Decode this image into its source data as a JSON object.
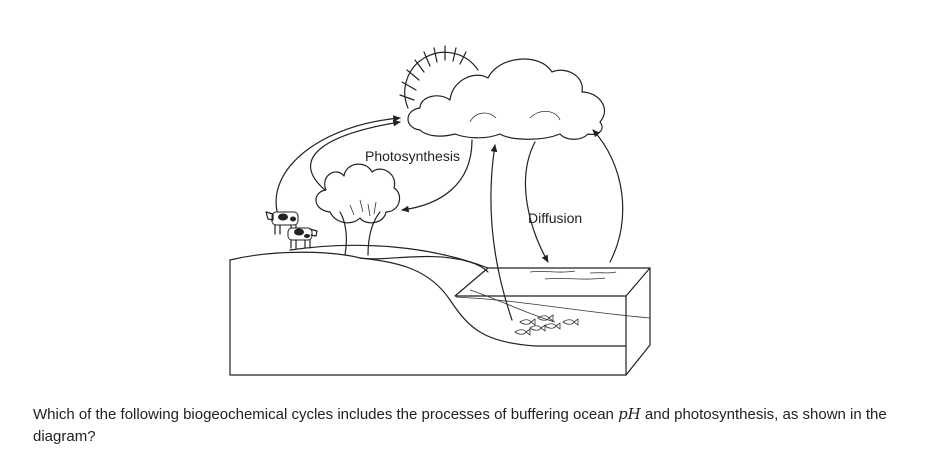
{
  "diagram": {
    "labels": {
      "photosynthesis": "Photosynthesis",
      "diffusion": "Diffusion"
    },
    "icons": [
      "sun-icon",
      "cloud-icon",
      "tree-icon",
      "cow-icon",
      "fish-icon"
    ]
  },
  "question": {
    "text_before": "Which of the following biogeochemical cycles includes the processes of buffering ocean ",
    "math": "pH",
    "text_after": " and photosynthesis, as shown in the diagram?"
  }
}
